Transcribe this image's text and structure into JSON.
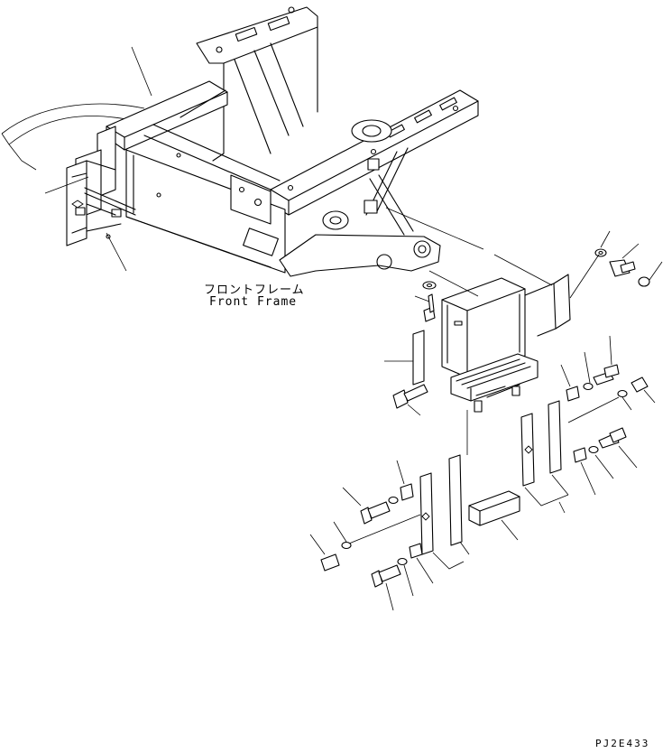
{
  "diagram": {
    "frame_label_jp": "フロントフレーム",
    "frame_label_en": "Front Frame",
    "drawing_code": "PJ2E433"
  }
}
